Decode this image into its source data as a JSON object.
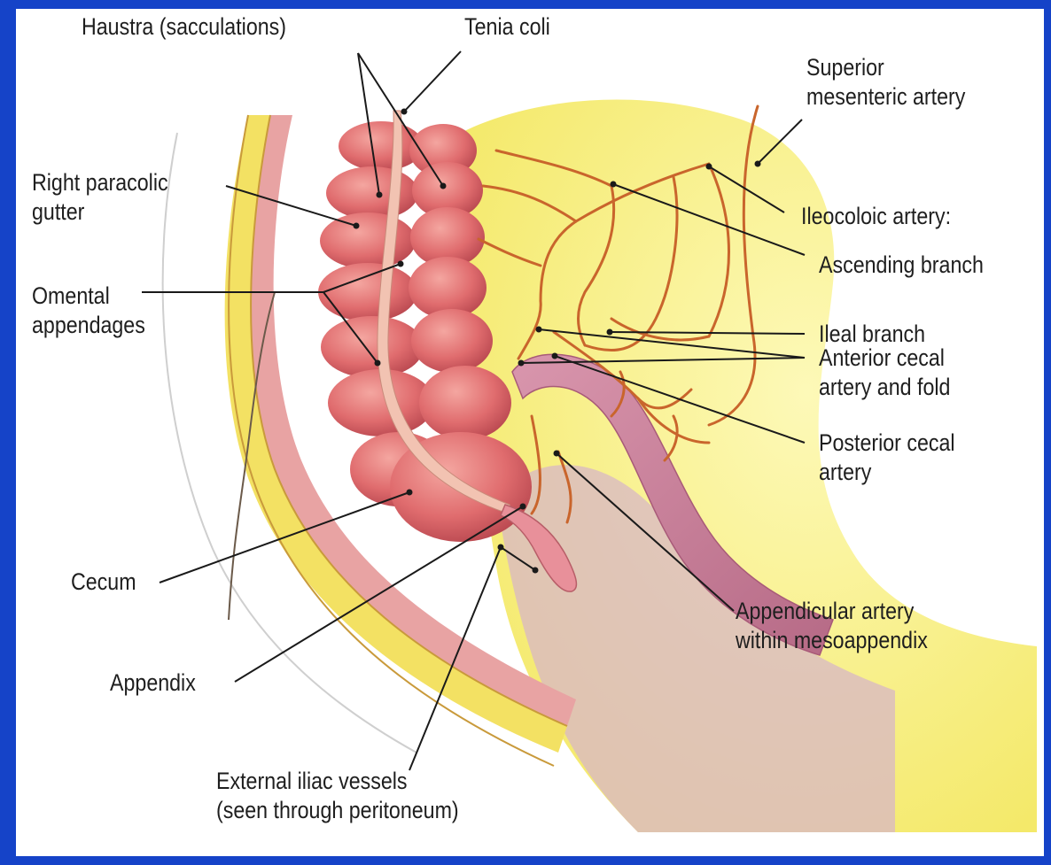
{
  "colors": {
    "frame": "#1543c8",
    "mesentery": "#f8f07a",
    "colon": "#e46f72",
    "colon_dark": "#c94e55",
    "artery": "#c9652c",
    "ileum": "#c67a93",
    "fascia": "#f3e163",
    "line": "#1a1a1a"
  },
  "labels": {
    "haustra": "Haustra (sacculations)",
    "tenia": "Tenia coli",
    "superior_mesenteric": "Superior\nmesenteric artery",
    "right_paracolic": "Right paracolic\ngutter",
    "ileocolic": "Ileocoloic artery:",
    "ascending_branch": "Ascending branch",
    "omental": "Omental\nappendages",
    "ileal_branch": "Ileal branch",
    "anterior_cecal": "Anterior cecal\nartery and fold",
    "posterior_cecal": "Posterior cecal\nartery",
    "cecum": "Cecum",
    "appendicular": "Appendicular artery\nwithin mesoappendix",
    "appendix": "Appendix",
    "external_iliac": "External iliac vessels\n(seen through peritoneum)"
  }
}
